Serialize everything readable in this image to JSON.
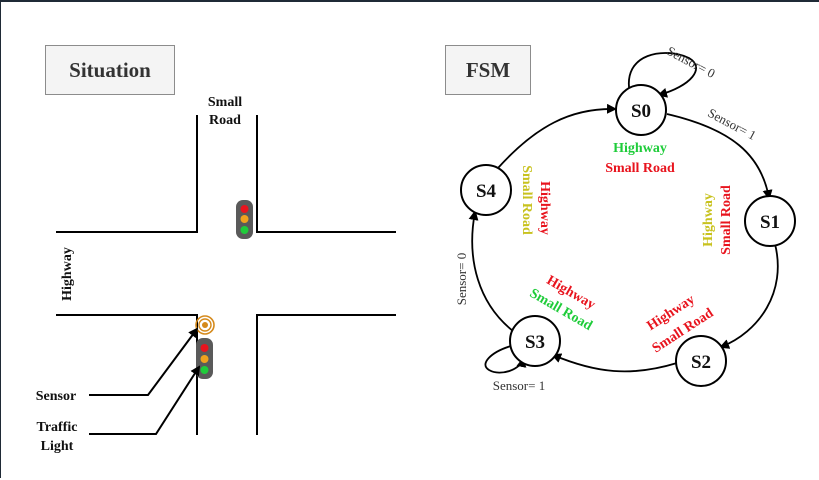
{
  "situation": {
    "title": "Situation",
    "small_road_line1": "Small",
    "small_road_line2": "Road",
    "highway": "Highway",
    "sensor": "Sensor",
    "traffic_line1": "Traffic",
    "traffic_line2": "Light"
  },
  "fsm": {
    "title": "FSM",
    "states": [
      "S0",
      "S1",
      "S2",
      "S3",
      "S4"
    ],
    "transitions": {
      "s0_self": "Sensor= 0",
      "s0_s1": "Sensor= 1",
      "s3_self": "Sensor= 1",
      "s4_s0": "Sensor= 0"
    },
    "outputs": {
      "s0": {
        "highway": "Highway",
        "small_road": "Small Road"
      },
      "s1": {
        "highway": "Highway",
        "small_road": "Small Road"
      },
      "s2": {
        "highway": "Highway",
        "small_road": "Small Road"
      },
      "s3": {
        "highway": "Highway",
        "small_road": "Small Road"
      },
      "s4": {
        "highway": "Highway",
        "small_road": "Small Road"
      }
    }
  },
  "colors": {
    "green": "#1fcc3a",
    "red": "#e8141e",
    "yellow": "#c8c21e",
    "light_housing": "#5a5a5a",
    "sensor": "#d58a1c"
  }
}
